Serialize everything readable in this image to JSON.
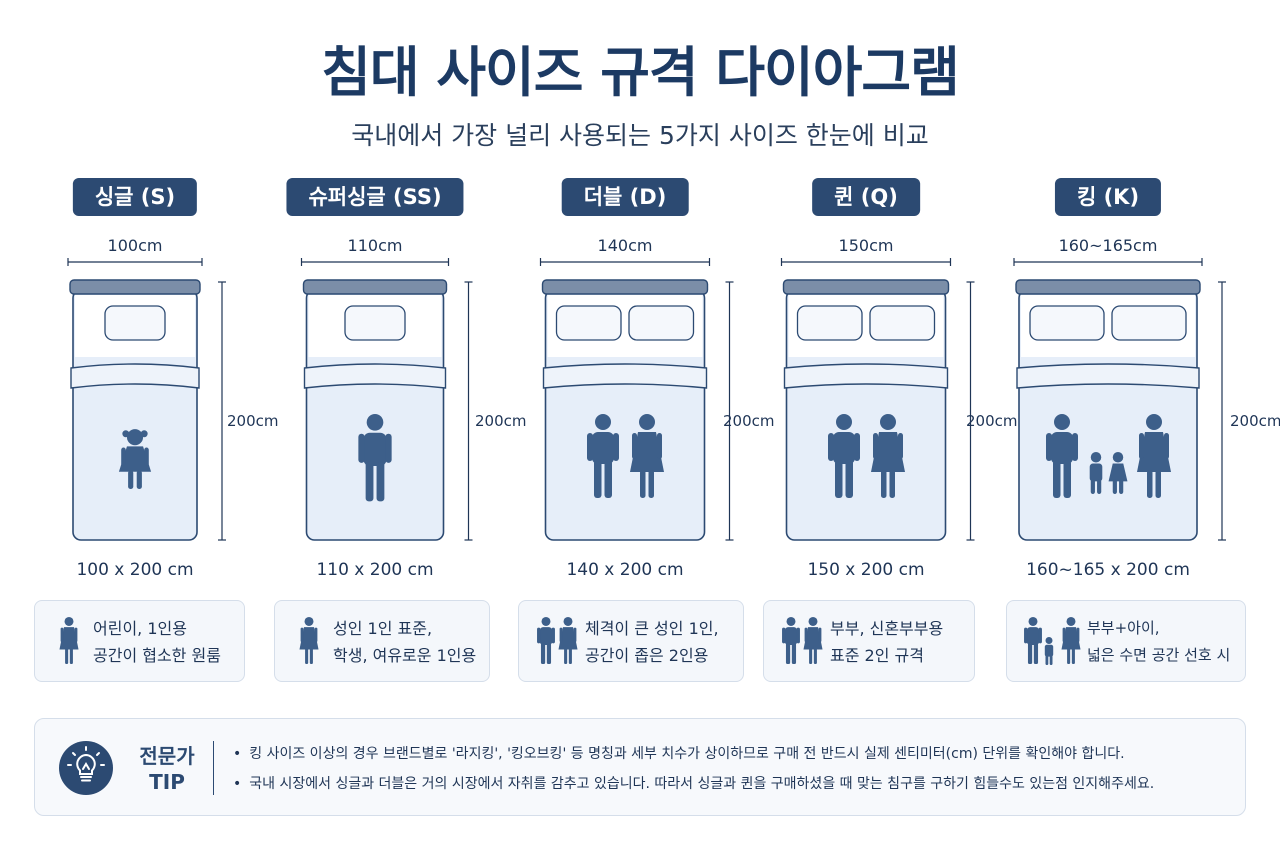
{
  "title": "침대 사이즈 규격 다이아그램",
  "subtitle": "국내에서 가장 널리 사용되는 5가지 사이즈 한눈에 비교",
  "beds": [
    {
      "tag": "싱글 (S)",
      "width_label": "100cm",
      "length_label": "200cm",
      "dims": "100 x 200 cm",
      "occupants": "child",
      "info_line1": "어린이, 1인용",
      "info_line2": "공간이 협소한 원룸"
    },
    {
      "tag": "슈퍼싱글 (SS)",
      "width_label": "110cm",
      "length_label": "200cm",
      "dims": "110 x 200 cm",
      "occupants": "adult",
      "info_line1": "성인 1인 표준,",
      "info_line2": "학생, 여유로운 1인용"
    },
    {
      "tag": "더블 (D)",
      "width_label": "140cm",
      "length_label": "200cm",
      "dims": "140 x 200 cm",
      "occupants": "couple",
      "info_line1": "체격이 큰 성인 1인,",
      "info_line2": "공간이 좁은 2인용"
    },
    {
      "tag": "퀸 (Q)",
      "width_label": "150cm",
      "length_label": "200cm",
      "dims": "150 x 200 cm",
      "occupants": "couple",
      "info_line1": "부부, 신혼부부용",
      "info_line2": "표준 2인 규격"
    },
    {
      "tag": "킹 (K)",
      "width_label": "160~165cm",
      "length_label": "200cm",
      "dims": "160~165 x 200 cm",
      "occupants": "family",
      "info_line1": "부부+아이,",
      "info_line2": "넓은 수면 공간 선호 시"
    }
  ],
  "tip": {
    "label_line1": "전문가",
    "label_line2": "TIP",
    "points": [
      "킹 사이즈 이상의 경우 브랜드별로 '라지킹', '킹오브킹' 등 명칭과 세부 치수가 상이하므로 구매 전 반드시 실제 센티미터(cm) 단위를 확인해야 합니다.",
      "국내 시장에서 싱글과 더블은 거의 시장에서 자취를 감추고 있습니다. 따라서 싱글과 퀸을 구매하셨을 때 맞는 침구를 구하기 힘들수도 있는점 인지해주세요."
    ]
  },
  "colors": {
    "navy": "#2c4a72",
    "figure": "#3d5f8a",
    "mattress": "#e6eef9",
    "pillow": "#f5f8fc",
    "headboard": "#7b8ea8"
  }
}
